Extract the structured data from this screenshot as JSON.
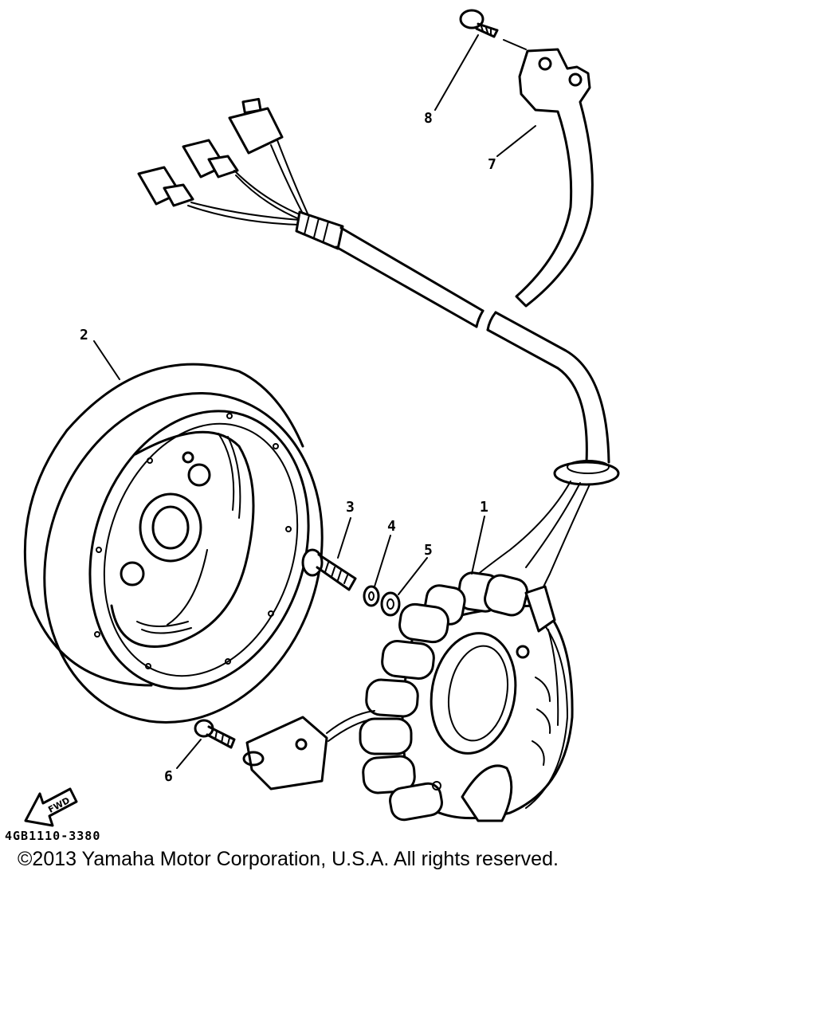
{
  "diagram": {
    "callouts": [
      {
        "id": "1",
        "label": "1"
      },
      {
        "id": "2",
        "label": "2"
      },
      {
        "id": "3",
        "label": "3"
      },
      {
        "id": "4",
        "label": "4"
      },
      {
        "id": "5",
        "label": "5"
      },
      {
        "id": "6",
        "label": "6"
      },
      {
        "id": "7",
        "label": "7"
      },
      {
        "id": "8",
        "label": "8"
      }
    ],
    "fwd_arrow_label": "FWD",
    "drawing_code": "4GB1110-3380"
  },
  "footer": {
    "copyright": "©2013 Yamaha Motor Corporation, U.S.A. All rights reserved."
  }
}
